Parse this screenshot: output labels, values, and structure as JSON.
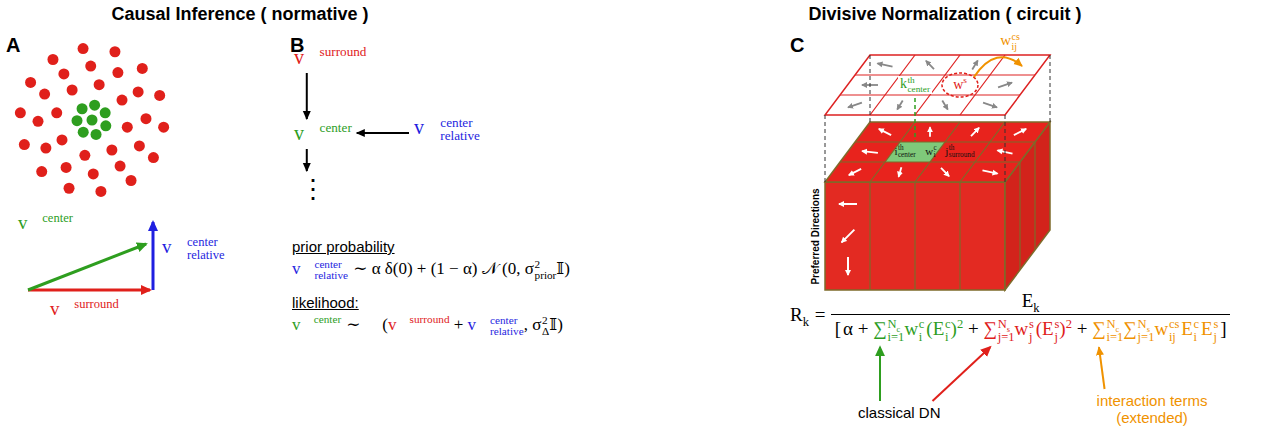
{
  "diagram": {
    "nodes": [
      {
        "text": [
          "v⃗",
          "surround"
        ]
      },
      {
        "text": [
          "v⃗",
          "center"
        ]
      },
      {
        "text": [
          "v⃗",
          "center",
          "relative"
        ]
      },
      {
        "text": [
          "⋮"
        ]
      }
    ],
    "edges": [
      {
        "from": 0,
        "to": 1,
        "arrow": "to"
      },
      {
        "from": 2,
        "to": 1,
        "arrow": "to"
      },
      {
        "from": 1,
        "to": 3,
        "arrow": "to"
      }
    ],
    "labels": [
      "Causal Inference ( normative )",
      "Divisive Normalization ( circuit )",
      "A",
      "B",
      "C",
      "v⃗",
      "center",
      "v⃗",
      "center",
      "relative",
      "v⃗",
      "surround",
      "prior probability",
      "v⃗",
      "center",
      "relative",
      "∼ α δ(0) + (1 − α) 𝒩 (0, σ",
      "2",
      "prior",
      "𝕀)",
      "likelihood:",
      "v⃗",
      "center",
      "∼ 𝒩 (",
      "v⃗",
      "surround",
      "+",
      "v⃗",
      "center",
      "relative",
      ", σ",
      "2",
      "Δ",
      "𝕀)",
      "k",
      "th",
      "center",
      "w",
      "cs",
      "ij",
      "w",
      "s",
      "i",
      "th",
      "center",
      "w",
      "c",
      "i",
      "j",
      "th",
      "surround",
      "Preferred Directions",
      "R",
      "k",
      "=",
      "E",
      "k",
      "[",
      "α",
      "+",
      "∑",
      "N",
      "c",
      "i=1",
      "w",
      "c",
      "i",
      "(E",
      "c",
      "i",
      ")",
      "2",
      "+",
      "∑",
      "N",
      "s",
      "j=1",
      "w",
      "s",
      "j",
      "(E",
      "s",
      "j",
      ")",
      "2",
      "+",
      "∑",
      "N",
      "c",
      "i=1",
      "∑",
      "N",
      "s",
      "j=1",
      "w",
      "cs",
      "ij",
      "E",
      "c",
      "i",
      "E",
      "s",
      "j",
      "]",
      "classical DN",
      "interaction terms (extended)"
    ]
  }
}
